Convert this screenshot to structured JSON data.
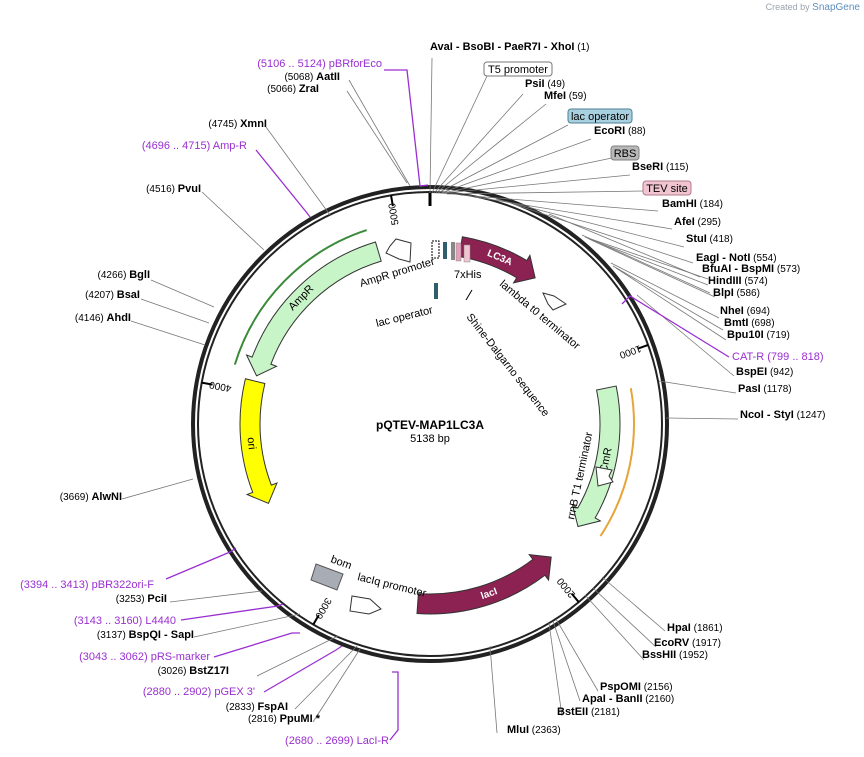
{
  "credit": {
    "prefix": "Created by",
    "brand": "SnapGene"
  },
  "plasmid": {
    "name": "pQTEV-MAP1LC3A",
    "length_label": "5138 bp",
    "length": 5138
  },
  "ticks": [
    {
      "label": "1000",
      "pos": 1000
    },
    {
      "label": "2000",
      "pos": 2000
    },
    {
      "label": "3000",
      "pos": 3000
    },
    {
      "label": "4000",
      "pos": 4000
    },
    {
      "label": "5000",
      "pos": 5000
    }
  ],
  "features": [
    {
      "name": "LC3A",
      "start": 140,
      "end": 510,
      "dir": 1,
      "color": "#8b2252",
      "label_inside": true
    },
    {
      "name": "CmR",
      "start": 1120,
      "end": 1780,
      "dir": 1,
      "color": "#c8f5c8",
      "label_inside": false
    },
    {
      "name": "lacI",
      "start": 1965,
      "end": 2625,
      "dir": -1,
      "color": "#8b2252",
      "label_inside": true
    },
    {
      "name": "ori",
      "start": 3480,
      "end": 4050,
      "dir": -1,
      "color": "#ffff00",
      "label_inside": false
    },
    {
      "name": "AmpR",
      "start": 4075,
      "end": 4900,
      "dir": -1,
      "color": "#c8f5c8",
      "label_inside": false
    }
  ],
  "text_labels": {
    "ampr_promoter": "AmpR promoter",
    "seven_his": "7xHis",
    "lambda": "lambda t0 terminator",
    "lac_operator": "lac operator",
    "shine": "Shine-Dalgarno sequence",
    "rrnb": "rrnB T1 terminator",
    "bom": "bom",
    "laciq": "lacIq promoter"
  },
  "enzymes": [
    {
      "parts": [
        "AvaI",
        "BsoBI",
        "PaeR7I",
        "XhoI"
      ],
      "pos_text": "(1)"
    },
    {
      "parts": [
        "PsiI"
      ],
      "pos_text": "(49)"
    },
    {
      "parts": [
        "MfeI"
      ],
      "pos_text": "(59)"
    },
    {
      "parts": [
        "EcoRI"
      ],
      "pos_text": "(88)"
    },
    {
      "parts": [
        "BseRI"
      ],
      "pos_text": "(115)"
    },
    {
      "parts": [
        "BamHI"
      ],
      "pos_text": "(184)"
    },
    {
      "parts": [
        "AfeI"
      ],
      "pos_text": "(295)"
    },
    {
      "parts": [
        "StuI"
      ],
      "pos_text": "(418)"
    },
    {
      "parts": [
        "EagI",
        "NotI"
      ],
      "pos_text": "(554)"
    },
    {
      "parts": [
        "BfuAI",
        "BspMI"
      ],
      "pos_text": "(573)"
    },
    {
      "parts": [
        "HindIII"
      ],
      "pos_text": "(574)"
    },
    {
      "parts": [
        "BlpI"
      ],
      "pos_text": "(586)"
    },
    {
      "parts": [
        "NheI"
      ],
      "pos_text": "(694)"
    },
    {
      "parts": [
        "BmtI"
      ],
      "pos_text": "(698)"
    },
    {
      "parts": [
        "Bpu10I"
      ],
      "pos_text": "(719)"
    },
    {
      "parts": [
        "BspEI"
      ],
      "pos_text": "(942)"
    },
    {
      "parts": [
        "PasI"
      ],
      "pos_text": "(1178)"
    },
    {
      "parts": [
        "NcoI",
        "StyI"
      ],
      "pos_text": "(1247)"
    },
    {
      "parts": [
        "HpaI"
      ],
      "pos_text": "(1861)"
    },
    {
      "parts": [
        "EcoRV"
      ],
      "pos_text": "(1917)"
    },
    {
      "parts": [
        "BssHII"
      ],
      "pos_text": "(1952)"
    },
    {
      "parts": [
        "PspOMI"
      ],
      "pos_text": "(2156)"
    },
    {
      "parts": [
        "ApaI",
        "BanII"
      ],
      "pos_text": "(2160)"
    },
    {
      "parts": [
        "BstEII"
      ],
      "pos_text": "(2181)"
    },
    {
      "parts": [
        "MluI"
      ],
      "pos_text": "(2363)"
    },
    {
      "parts": [
        "PpuMI *"
      ],
      "pos_text": "(2816)"
    },
    {
      "parts": [
        "FspAI"
      ],
      "pos_text": "(2833)"
    },
    {
      "parts": [
        "BstZ17I"
      ],
      "pos_text": "(3026)"
    },
    {
      "parts": [
        "BspQI",
        "SapI"
      ],
      "pos_text": "(3137)"
    },
    {
      "parts": [
        "PciI"
      ],
      "pos_text": "(3253)"
    },
    {
      "parts": [
        "AlwNI"
      ],
      "pos_text": "(3669)"
    },
    {
      "parts": [
        "AhdI"
      ],
      "pos_text": "(4146)"
    },
    {
      "parts": [
        "BsaI"
      ],
      "pos_text": "(4207)"
    },
    {
      "parts": [
        "BglI"
      ],
      "pos_text": "(4266)"
    },
    {
      "parts": [
        "PvuI"
      ],
      "pos_text": "(4516)"
    },
    {
      "parts": [
        "XmnI"
      ],
      "pos_text": "(4745)"
    },
    {
      "parts": [
        "ZraI"
      ],
      "pos_text": "(5066)"
    },
    {
      "parts": [
        "AatII"
      ],
      "pos_text": "(5068)"
    }
  ],
  "primers": [
    {
      "name": "pBRforEco",
      "range": "(5106 .. 5124)"
    },
    {
      "name": "Amp-R",
      "range": "(4696 .. 4715)"
    },
    {
      "name": "CAT-R",
      "range": "(799 .. 818)"
    },
    {
      "name": "pBR322ori-F",
      "range": "(3394 .. 3413)"
    },
    {
      "name": "L4440",
      "range": "(3143 .. 3160)"
    },
    {
      "name": "pRS-marker",
      "range": "(3043 .. 3062)"
    },
    {
      "name": "pGEX 3'",
      "range": "(2880 .. 2902)"
    },
    {
      "name": "LacI-R",
      "range": "(2680 .. 2699)"
    }
  ],
  "boxed_features": [
    {
      "name": "T5 promoter",
      "color": "#ffffff",
      "border": "#777777"
    },
    {
      "name": "lac operator",
      "color": "#a9d0df",
      "border": "#4a7f95"
    },
    {
      "name": "RBS",
      "color": "#b8b8b8",
      "border": "#808080"
    },
    {
      "name": "TEV site",
      "color": "#f0c4d0",
      "border": "#b27a8c"
    }
  ]
}
